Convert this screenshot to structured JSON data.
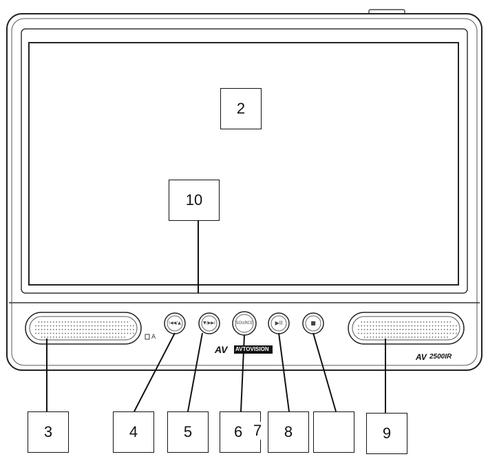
{
  "device": {
    "brand_mark": "AV",
    "brand_name": "AVTOVISION",
    "model": "2500IR",
    "side_label": "A",
    "buttons": [
      {
        "id": "btn1",
        "label": "I◀◀/▲"
      },
      {
        "id": "btn2",
        "label": "▼/▶▶I"
      },
      {
        "id": "btn3",
        "label": "SOURCE"
      },
      {
        "id": "btn4",
        "label": "▶II"
      },
      {
        "id": "btn5",
        "label": "■"
      }
    ]
  },
  "callouts": {
    "c2": "2",
    "c10": "10",
    "c3": "3",
    "c4": "4",
    "c5": "5",
    "c6": "6",
    "c7": "7",
    "c8": "8",
    "c_blank": "",
    "c9": "9"
  }
}
